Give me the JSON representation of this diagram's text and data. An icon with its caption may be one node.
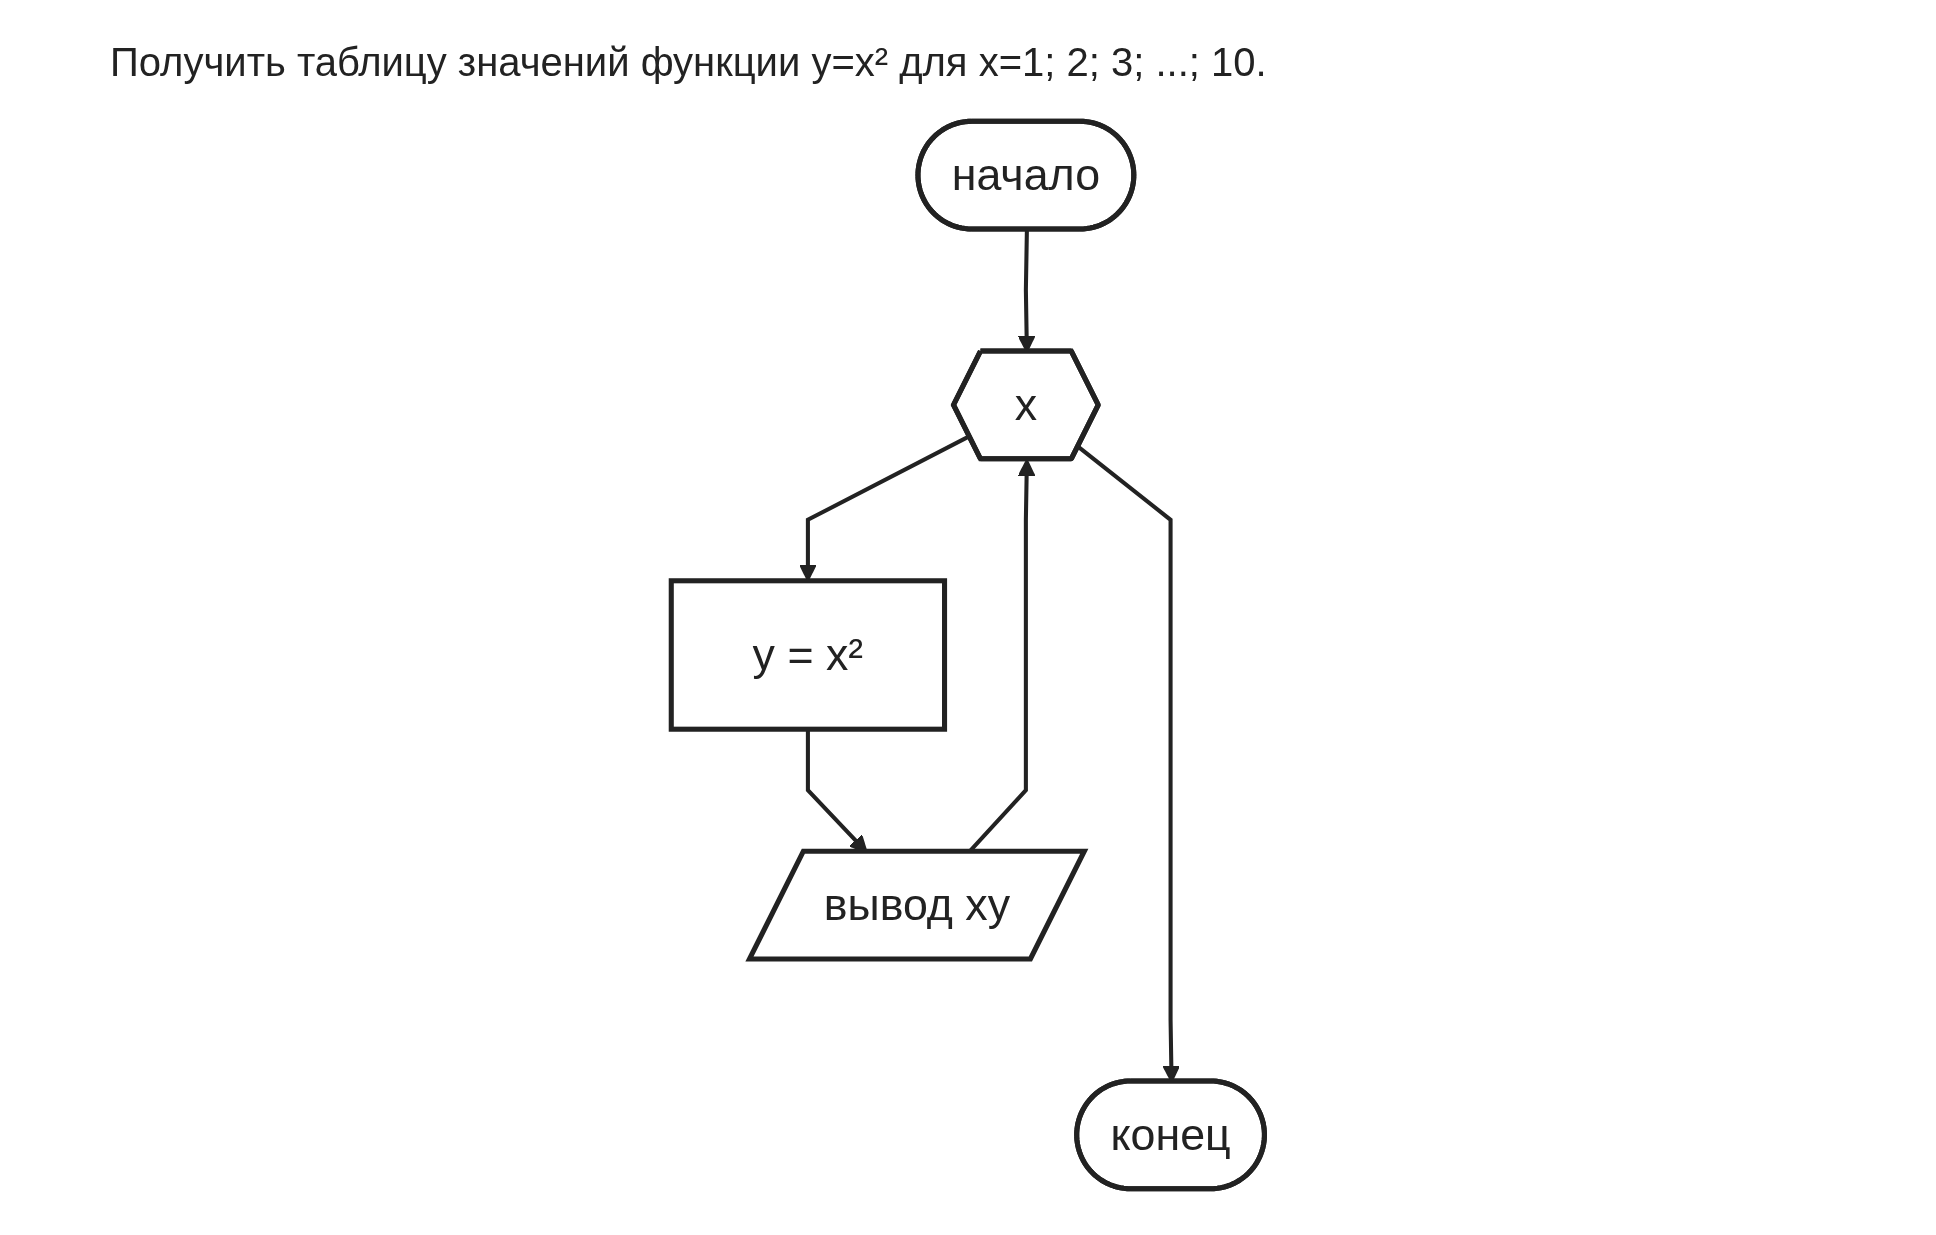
{
  "diagram": {
    "title": "Получить таблицу значений функции y=x² для x=1; 2; 3; ...; 10.",
    "nodes": [
      {
        "text": [
          "начало"
        ]
      },
      {
        "text": [
          "x"
        ]
      },
      {
        "text": [
          "y = x²"
        ]
      },
      {
        "text": [
          "вывод xy"
        ]
      },
      {
        "text": [
          "конец"
        ]
      }
    ],
    "edges": [
      {
        "from": 0,
        "to": 1,
        "arrow": "to"
      },
      {
        "from": 1,
        "to": 2,
        "arrow": "to"
      },
      {
        "from": 2,
        "to": 3,
        "arrow": "to"
      },
      {
        "from": 3,
        "to": 1,
        "arrow": "to"
      },
      {
        "from": 1,
        "to": 4,
        "arrow": "to"
      }
    ]
  }
}
